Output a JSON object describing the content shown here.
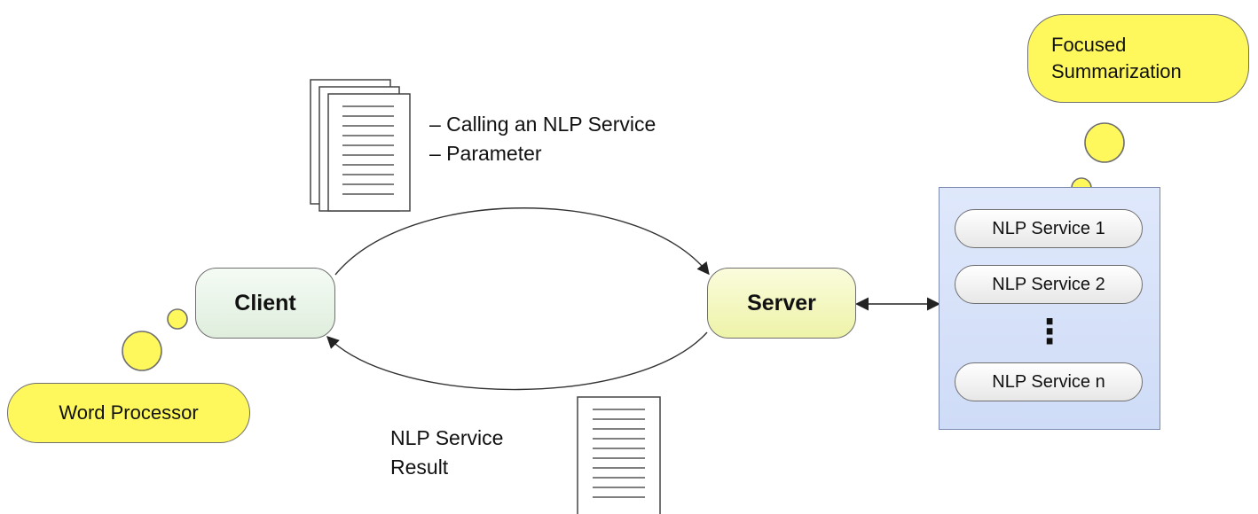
{
  "nodes": {
    "client": "Client",
    "server": "Server",
    "word_processor": "Word Processor",
    "focused_summarization": [
      "Focused",
      "Summarization"
    ]
  },
  "request_labels": [
    "– Calling an NLP Service",
    "– Parameter"
  ],
  "result_label": [
    "NLP Service",
    "Result"
  ],
  "services": [
    "NLP Service 1",
    "NLP Service 2",
    "NLP Service n"
  ],
  "ellipsis": "⋮",
  "colors": {
    "bubble_yellow": "#fff85c",
    "client_fill": "#dfeedd",
    "server_fill": "#eef3a8",
    "service_panel": "#dbe5fa",
    "border": "#6f6f6f"
  },
  "icons": [
    "document-stack-icon",
    "document-icon",
    "thought-bubble-icon",
    "arrow-icon"
  ]
}
